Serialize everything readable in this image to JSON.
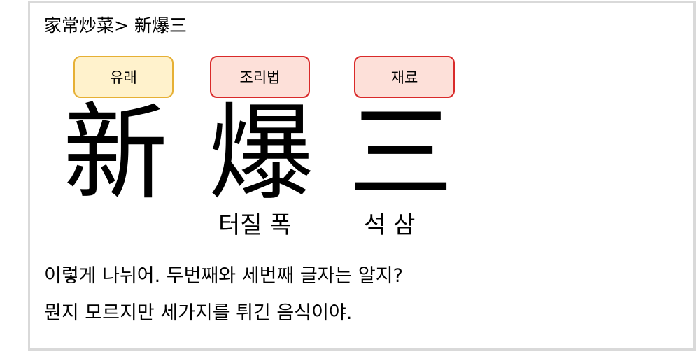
{
  "breadcrumb": {
    "category": "家常炒菜",
    "separator": ">",
    "current": "新爆三"
  },
  "tags": {
    "origin": "유래",
    "recipe": "조리법",
    "ingredients": "재료"
  },
  "characters": [
    {
      "hanja": "新",
      "meaning": ""
    },
    {
      "hanja": "爆",
      "meaning": "터질 폭"
    },
    {
      "hanja": "三",
      "meaning": "석 삼"
    }
  ],
  "description": {
    "line1": "이렇게 나뉘어. 두번째와 세번째 글자는 알지?",
    "line2": "뭔지 모르지만 세가지를 튀긴 음식이야."
  },
  "colors": {
    "origin_bg": "#fff2cc",
    "origin_border": "#e6b035",
    "recipe_bg": "#fde0d9",
    "recipe_border": "#d92a2a",
    "frame_border": "#d9d9d9"
  }
}
